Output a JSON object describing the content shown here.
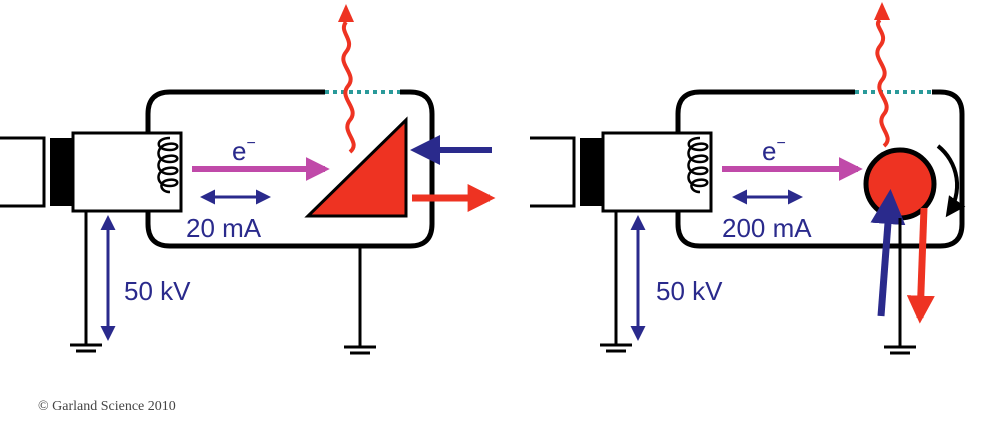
{
  "colors": {
    "outline": "#000000",
    "target": "#ee3322",
    "xray": "#ee3322",
    "electron_beam": "#c04aa9",
    "current_arrow": "#2a2a8c",
    "incoming_arrow": "#2a2a8c",
    "window": "#2a9a9a"
  },
  "sealed_tube": {
    "electron_label": "e",
    "electron_sup": "−",
    "current_label": "20 mA",
    "voltage_label": "50 kV"
  },
  "rotating_anode": {
    "electron_label": "e",
    "electron_sup": "−",
    "current_label": "200 mA",
    "voltage_label": "50 kV"
  },
  "copyright": "© Garland Science 2010"
}
